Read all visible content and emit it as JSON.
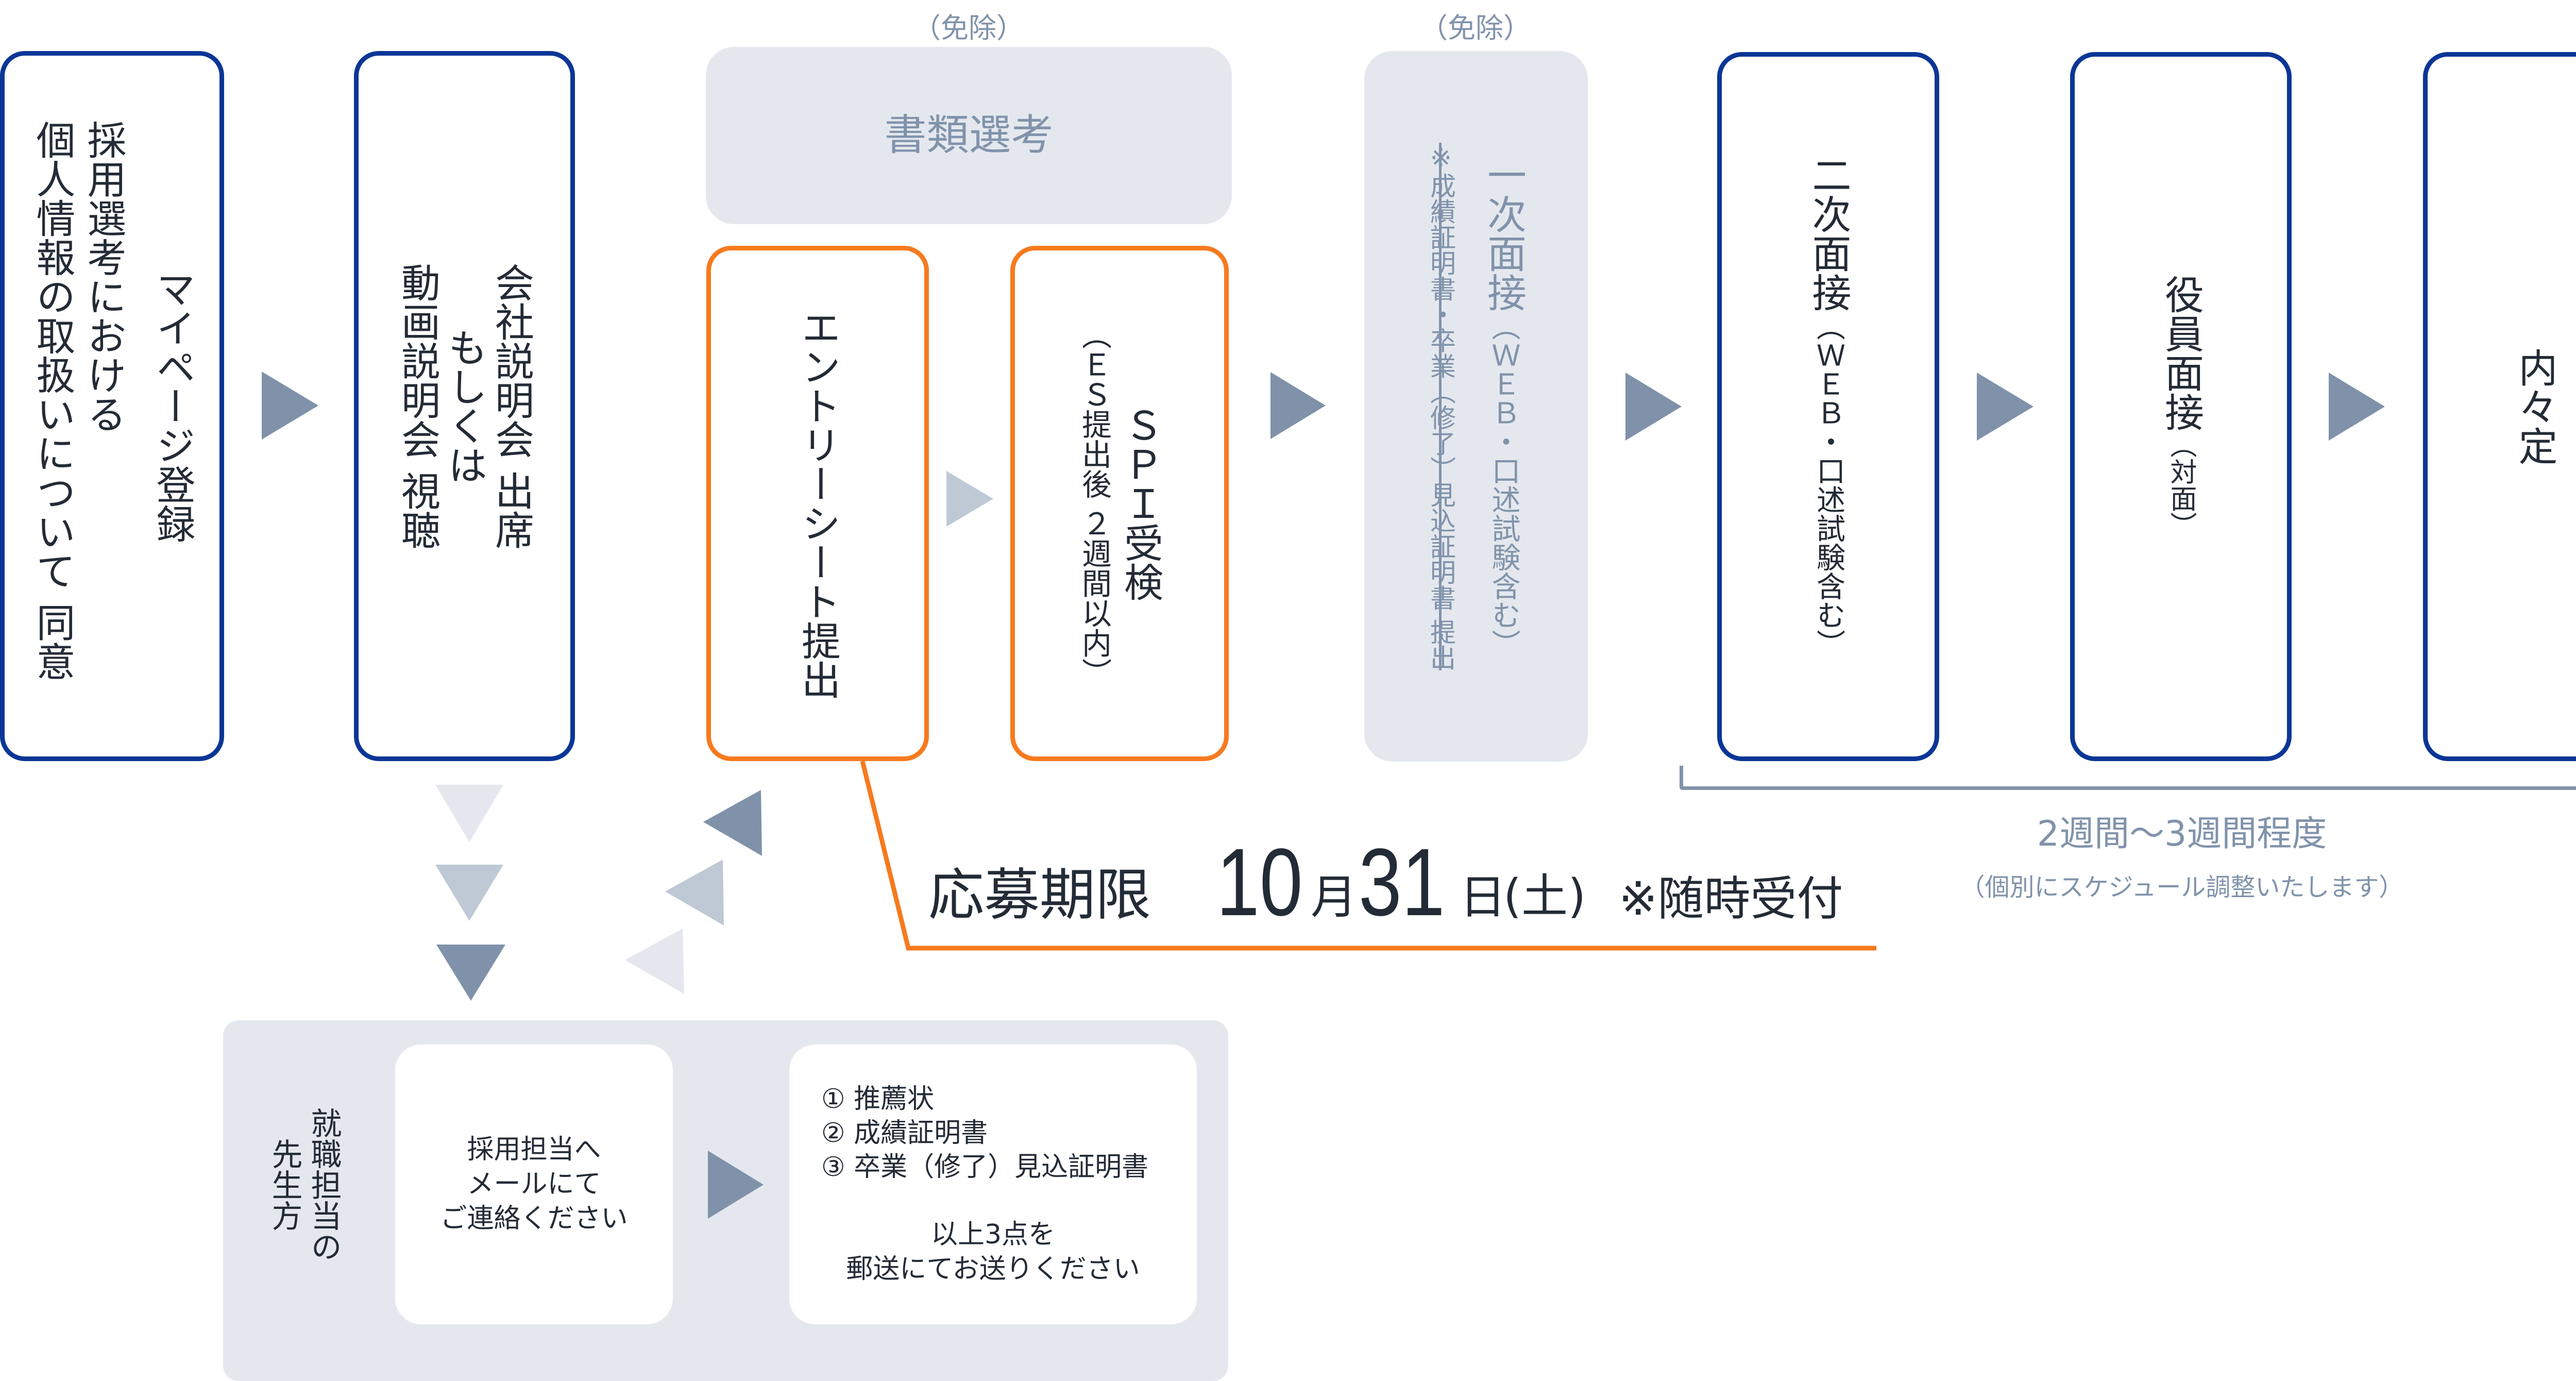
{
  "colors": {
    "step_border": "#0b3696",
    "entry_border": "#f77a1e",
    "arrow": "#7f92aa",
    "arrow_light": "#bfc9d6",
    "arrow_faint": "#e4e8ee",
    "panel": "#e4e8ee",
    "muted_text": "#8193ab",
    "text": "#232b36"
  },
  "icons": {
    "step_arrow": "arrow-right-icon",
    "down_arrow": "arrow-down-icon",
    "back_arrow": "arrow-left-icon"
  },
  "steps": {
    "mypage": {
      "title": "マイページ登録",
      "lines": [
        "採用選考における",
        "個人情報の取扱いについて 同意"
      ]
    },
    "briefing": {
      "lines": [
        "会社説明会 出席",
        "もしくは",
        "動画説明会 視聴"
      ]
    },
    "document_screening": {
      "title": "書類選考",
      "status": "（免除）"
    },
    "entry_sheet": {
      "title": "エントリーシート提出"
    },
    "spi": {
      "title": "ＳＰＩ受検",
      "note": "（ＥＳ提出後 ２週間以内）"
    },
    "first_interview": {
      "title": "一次面接",
      "detail": "（ＷＥＢ・口述試験含む）",
      "note": "※成績証明書・卒業（修了）見込証明書 提出",
      "status": "（免除）"
    },
    "second_interview": {
      "title": "二次面接",
      "detail": "（ＷＥＢ・口述試験含む）"
    },
    "executive_interview": {
      "title": "役員面接",
      "detail": "（対面）"
    },
    "offer": {
      "title": "内々定"
    }
  },
  "deadline": {
    "label": "応募期限",
    "month": "10",
    "month_unit": "月",
    "day": "31",
    "day_unit": "日",
    "weekday": "(土)",
    "note": "※随時受付"
  },
  "interview_period": {
    "duration": "2週間～3週間程度",
    "note": "（個別にスケジュール調整いたします）"
  },
  "teachers_panel": {
    "audience_lines": [
      "就職担当の",
      "先生方"
    ],
    "contact_lines": [
      "採用担当へ",
      "メールにて",
      "ご連絡ください"
    ],
    "documents": [
      "① 推薦状",
      "② 成績証明書",
      "③ 卒業（修了）見込証明書"
    ],
    "closing_lines": [
      "以上3点を",
      "郵送にてお送りください"
    ]
  }
}
